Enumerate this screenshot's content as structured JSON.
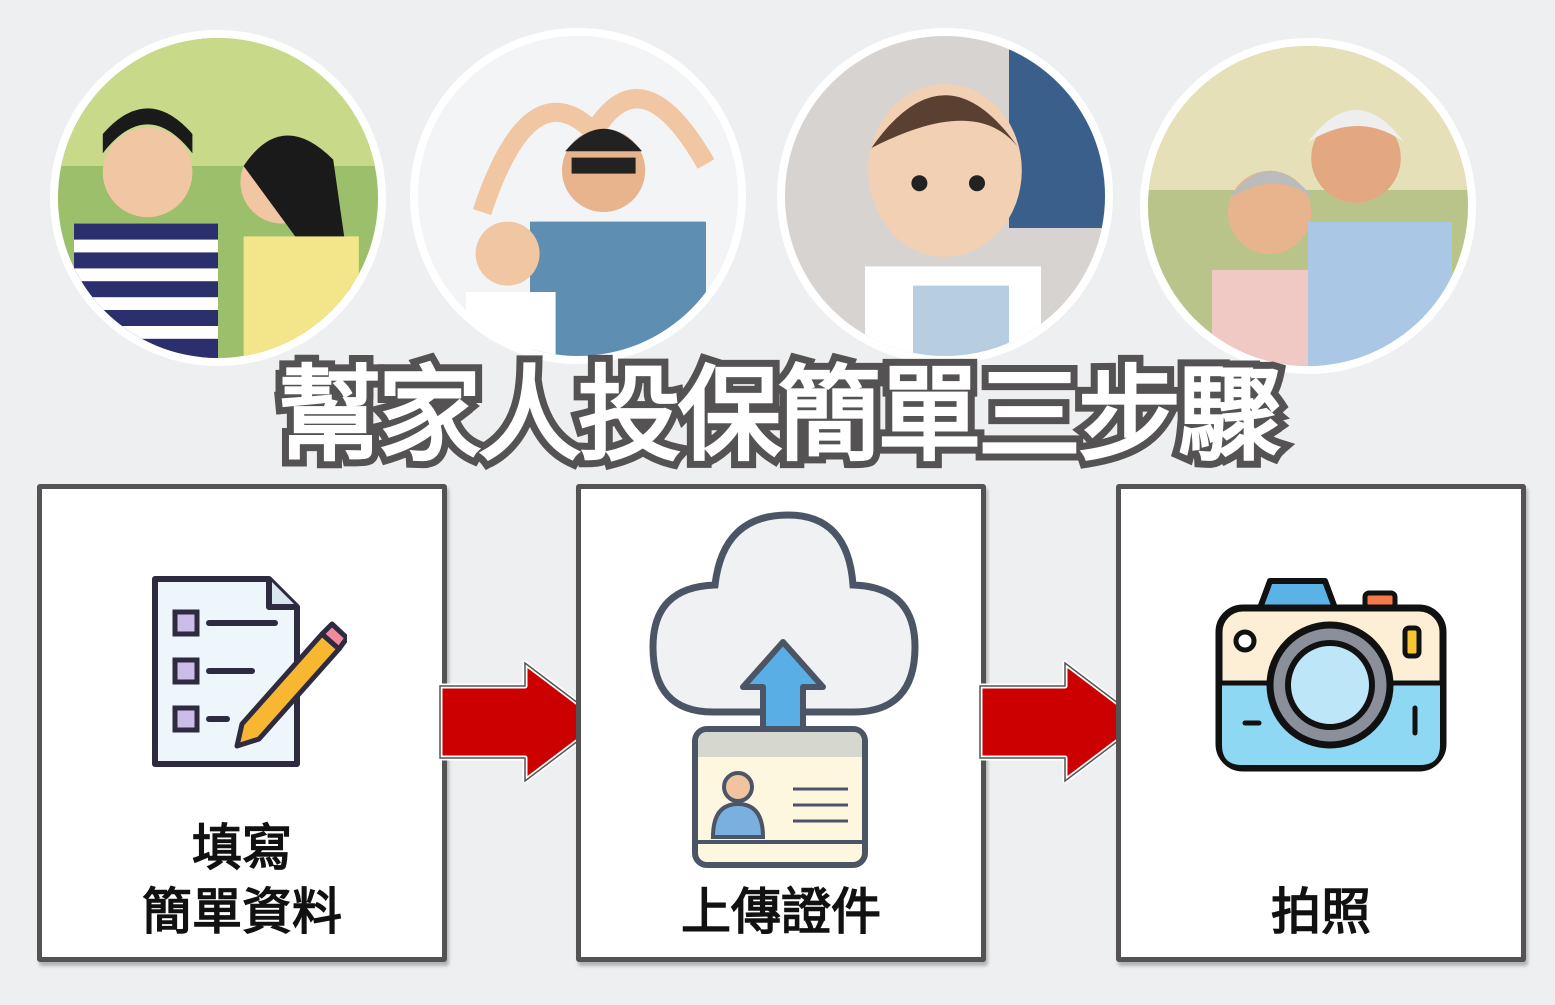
{
  "photos": [
    {
      "name": "children"
    },
    {
      "name": "father-daughter"
    },
    {
      "name": "baby"
    },
    {
      "name": "elderly-couple"
    }
  ],
  "title": "幫家人投保簡單三步驟",
  "steps": [
    {
      "icon": "form-pencil-icon",
      "line1": "填寫",
      "line2": "簡單資料"
    },
    {
      "icon": "cloud-upload-id-icon",
      "line1": "上傳證件"
    },
    {
      "icon": "camera-icon",
      "line1": "拍照"
    }
  ],
  "colors": {
    "background": "#eeeff1",
    "border": "#555254",
    "arrow": "#cc0000"
  }
}
